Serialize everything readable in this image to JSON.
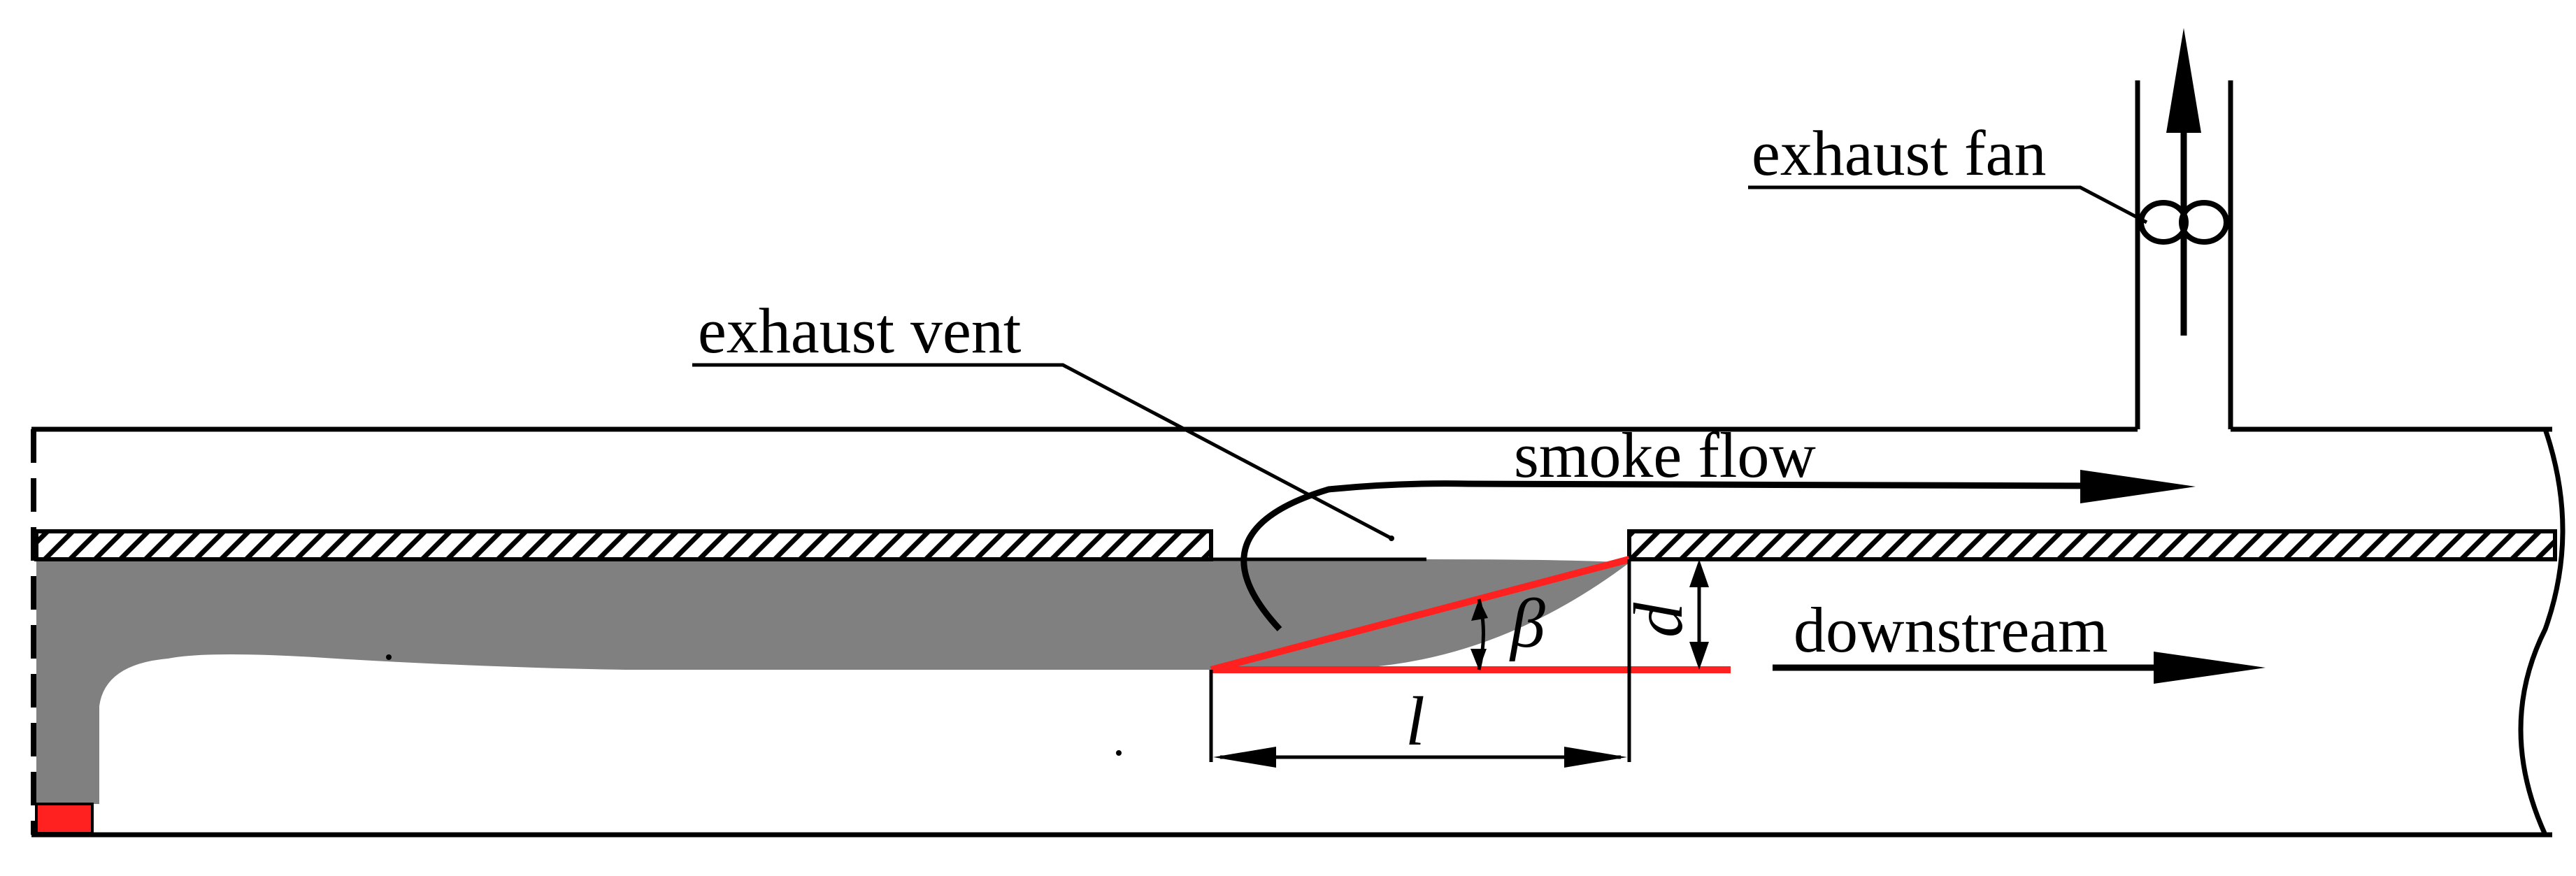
{
  "labels": {
    "exhaust_fan": "exhaust fan",
    "exhaust_vent": "exhaust vent",
    "smoke_flow": "smoke flow",
    "downstream": "downstream",
    "beta": "β",
    "d": "d",
    "l": "l"
  },
  "colors": {
    "line": "#000000",
    "smoke": "#808080",
    "highlight": "#ff2020",
    "fire_source": "#ff2020",
    "background": "#ffffff"
  }
}
